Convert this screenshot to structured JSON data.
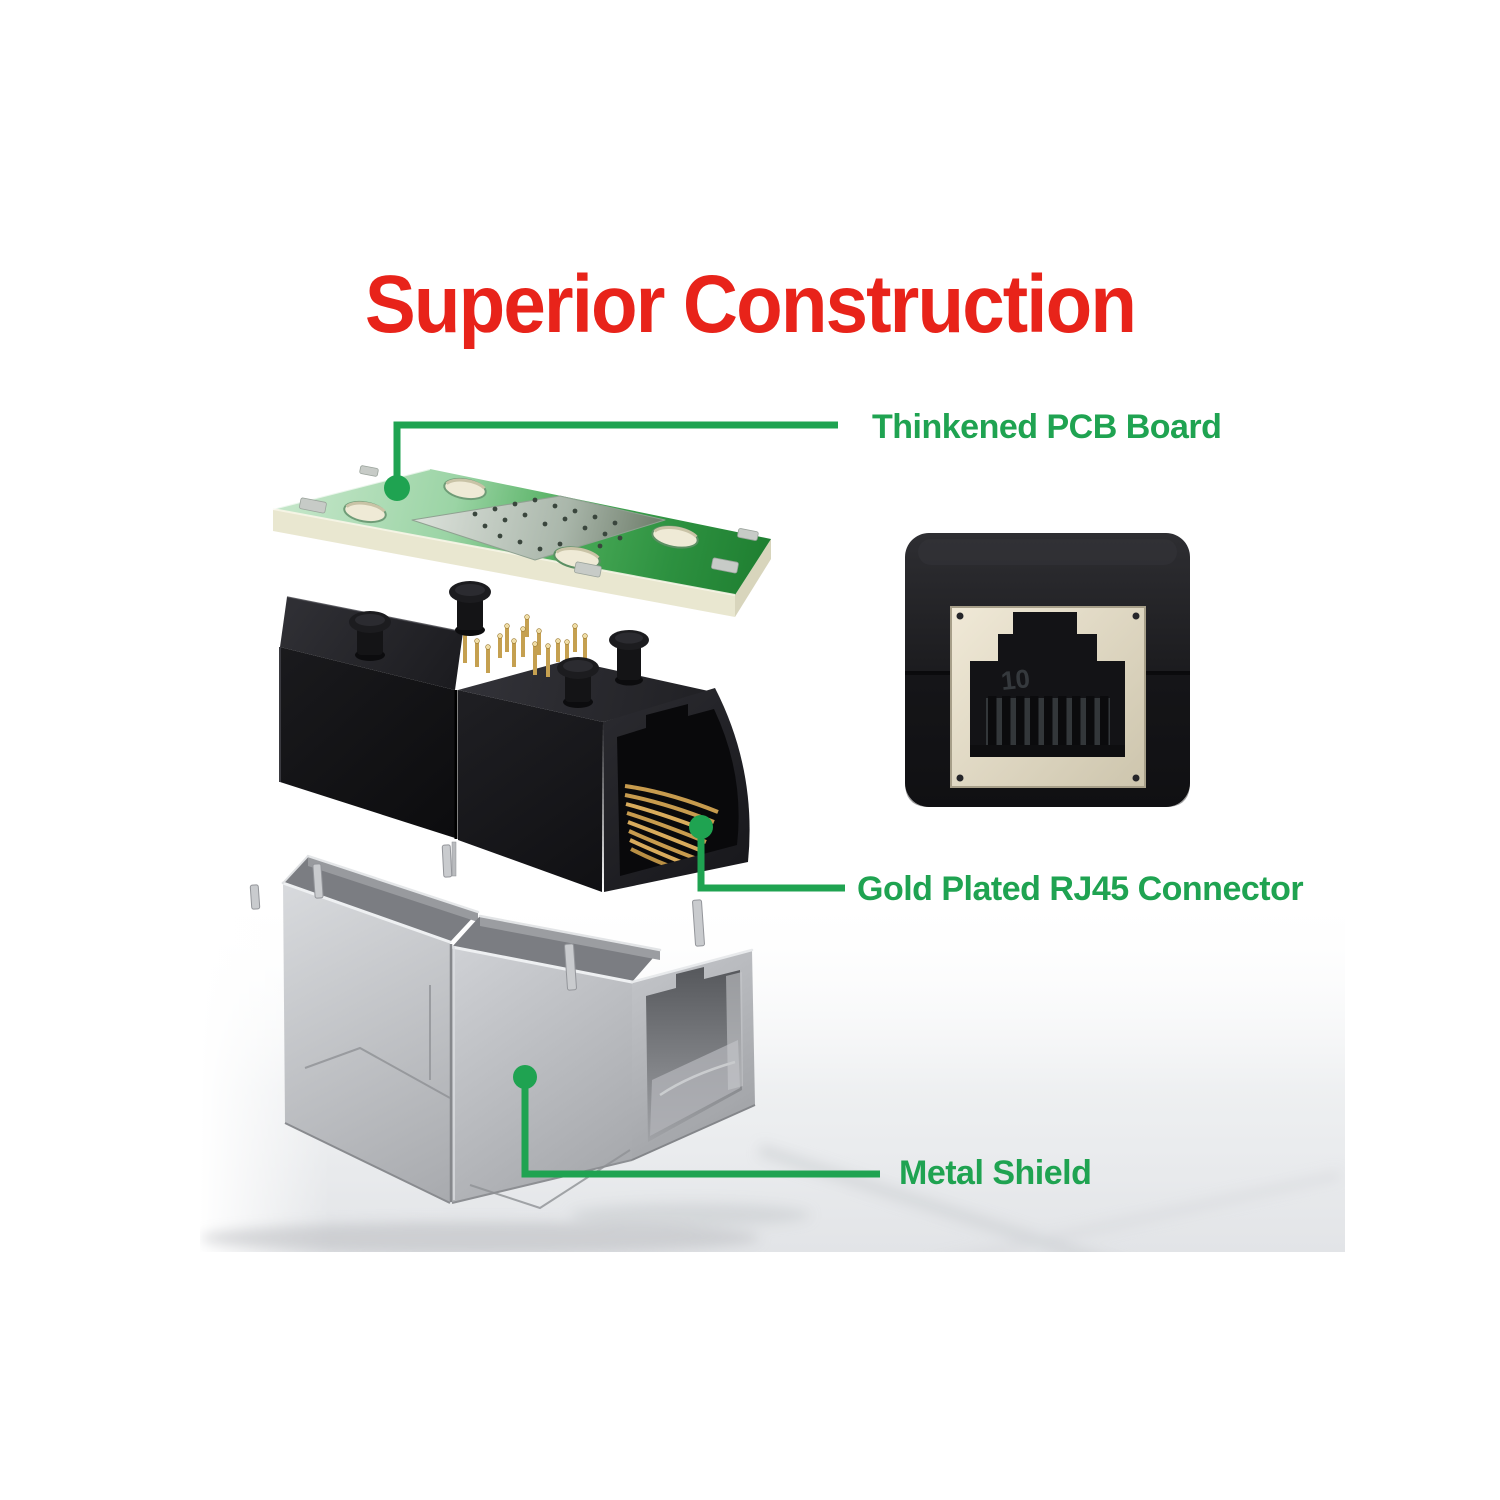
{
  "title": "Superior Construction",
  "colors": {
    "title_red": "#e8231a",
    "annotation_green": "#1fa351"
  },
  "annotations": {
    "pcb": {
      "label": "Thinkened PCB Board"
    },
    "connector": {
      "label": "Gold Plated RJ45 Connector"
    },
    "shield": {
      "label": "Metal Shield"
    }
  },
  "front_view": {
    "marking": "10"
  }
}
